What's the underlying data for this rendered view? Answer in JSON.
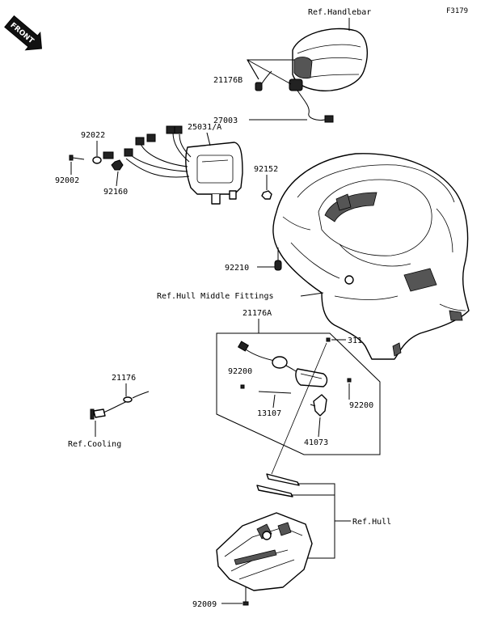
{
  "figure_id": "F3179",
  "front_label": "FRONT",
  "labels": {
    "ref_handlebar": "Ref.Handlebar",
    "p21176B": "21176B",
    "p27003": "27003",
    "p92022": "92022",
    "p25031A": "25031/A",
    "p92002": "92002",
    "p92160": "92160",
    "p92152": "92152",
    "p92210": "92210",
    "ref_hull_middle": "Ref.Hull Middle Fittings",
    "p21176A": "21176A",
    "p311": "311",
    "p92200_left": "92200",
    "p92200_right": "92200",
    "p13107": "13107",
    "p41073": "41073",
    "p21176": "21176",
    "ref_cooling": "Ref.Cooling",
    "ref_hull": "Ref.Hull",
    "p92009": "92009"
  }
}
